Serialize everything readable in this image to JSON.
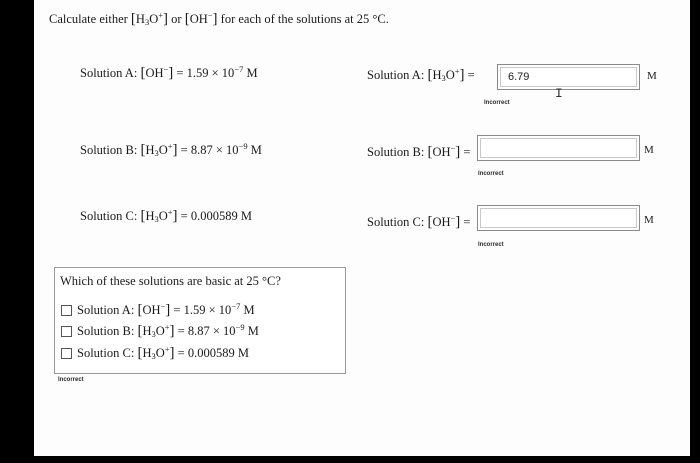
{
  "header": {
    "pre": "Calculate either",
    "h3o_plain": "H",
    "h3o_sub": "3",
    "h3o_o": "O",
    "h3o_sup": "+",
    "or": "or",
    "oh_plain": "OH",
    "oh_sup": "−",
    "post": "for each of the solutions at 25 °C."
  },
  "left": {
    "a_label": "Solution A:",
    "a_value": "= 1.59 × 10",
    "a_exp": "−7",
    "a_unit": "M",
    "b_label": "Solution B:",
    "b_value": "= 8.87 × 10",
    "b_exp": "−9",
    "b_unit": "M",
    "c_label": "Solution C:",
    "c_value": "= 0.000589 M"
  },
  "right": {
    "a_label": "Solution A:",
    "a_eq": "=",
    "a_input": "6.79",
    "a_unit": "M",
    "a_status": "Incorrect",
    "b_label": "Solution B:",
    "b_eq": "=",
    "b_input": "",
    "b_unit": "M",
    "b_status": "Incorrect",
    "c_label": "Solution C:",
    "c_eq": "=",
    "c_input": "",
    "c_unit": "M",
    "c_status": "Incorrect"
  },
  "question": {
    "prompt": "Which of these solutions are basic at 25 °C?",
    "opt_a_label": "Solution A:",
    "opt_a_value": "= 1.59 × 10",
    "opt_a_exp": "−7",
    "opt_a_unit": "M",
    "opt_b_label": "Solution B:",
    "opt_b_value": "= 8.87 × 10",
    "opt_b_exp": "−9",
    "opt_b_unit": "M",
    "opt_c_label": "Solution C:",
    "opt_c_value": "= 0.000589 M",
    "status": "Incorrect"
  },
  "cursor_glyph": "I"
}
